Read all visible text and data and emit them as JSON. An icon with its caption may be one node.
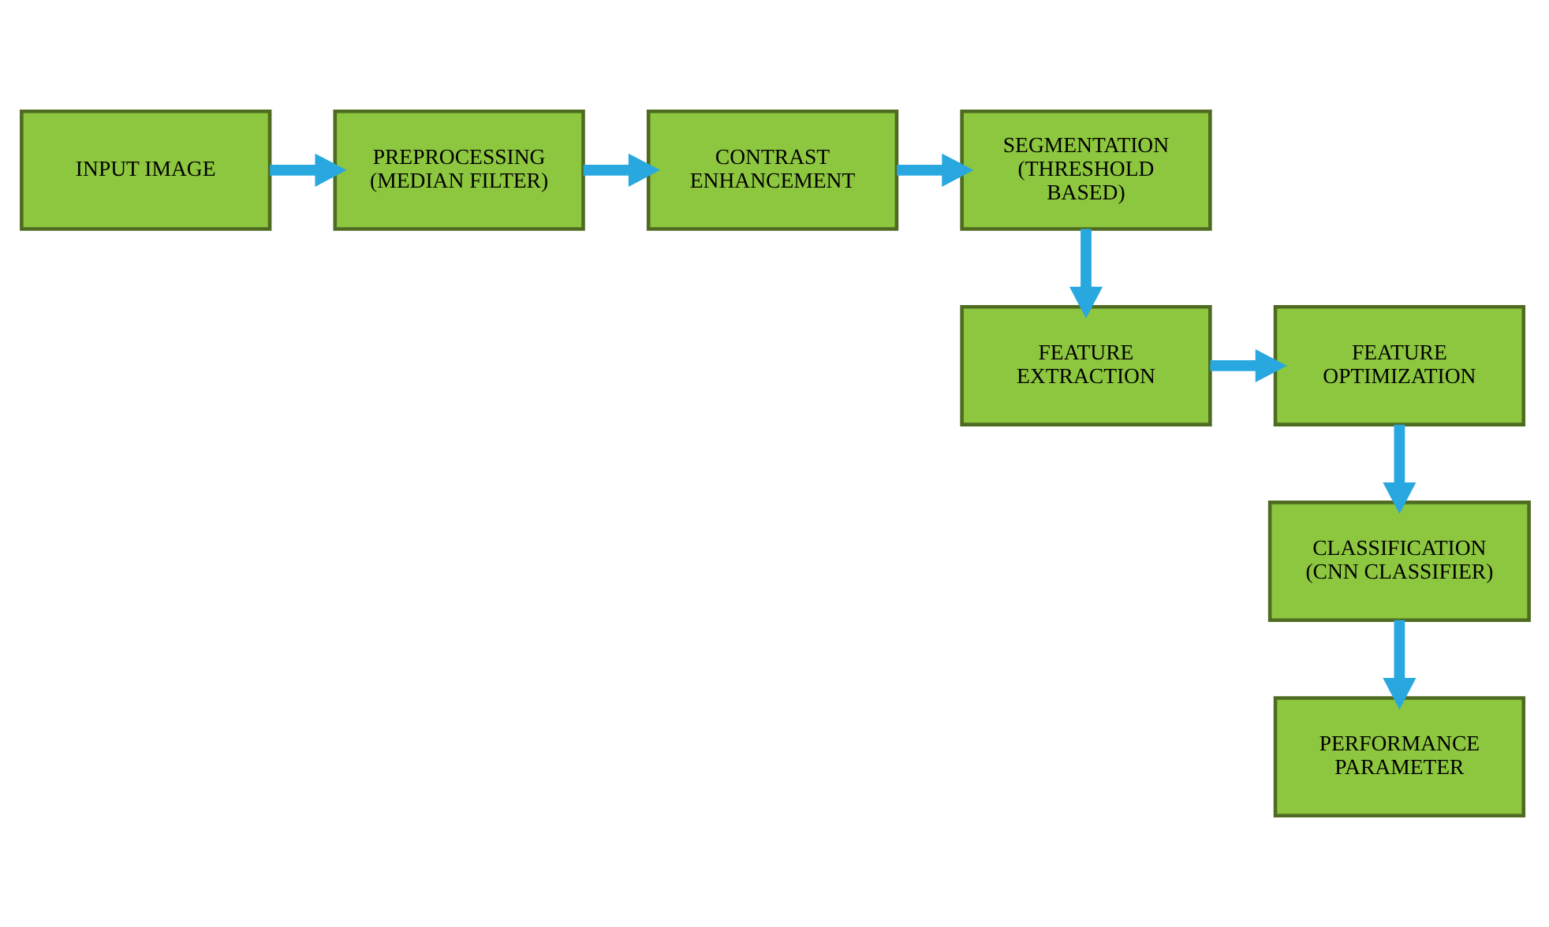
{
  "diagram": {
    "nodes": [
      {
        "text": [
          "INPUT IMAGE"
        ]
      },
      {
        "text": [
          "PREPROCESSING (MEDIAN FILTER)"
        ]
      },
      {
        "text": [
          "CONTRAST ENHANCEMENT"
        ]
      },
      {
        "text": [
          "SEGMENTATION (THRESHOLD BASED)"
        ]
      },
      {
        "text": [
          "FEATURE OPTIMIZATION"
        ]
      },
      {
        "text": [
          "FEATURE EXTRACTION"
        ]
      },
      {
        "text": [
          "CLASSIFICATION (CNN CLASSIFIER)"
        ]
      },
      {
        "text": [
          "PERFORMANCE PARAMETER"
        ]
      }
    ],
    "edges": [
      {
        "from": 0,
        "to": 1,
        "arrow": "to"
      },
      {
        "from": 1,
        "to": 2,
        "arrow": "to"
      },
      {
        "from": 2,
        "to": 3,
        "arrow": "to"
      },
      {
        "from": 3,
        "to": 5,
        "arrow": "to"
      },
      {
        "from": 5,
        "to": 4,
        "arrow": "to"
      },
      {
        "from": 4,
        "to": 6,
        "arrow": "to"
      },
      {
        "from": 6,
        "to": 7,
        "arrow": "to"
      }
    ]
  }
}
